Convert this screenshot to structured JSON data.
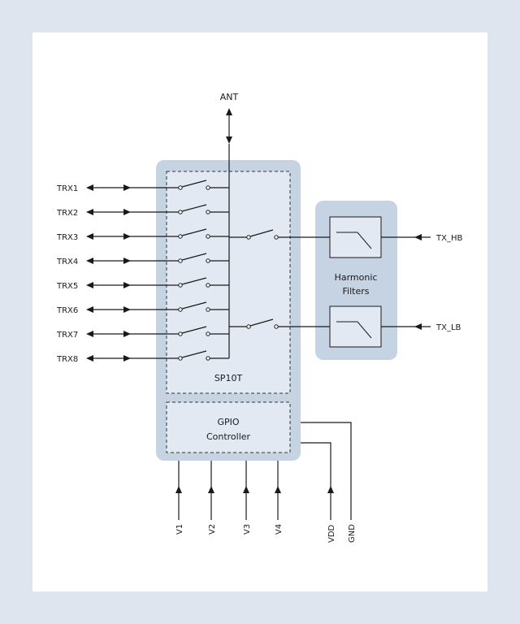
{
  "antenna": "ANT",
  "trx_ports": [
    "TRX1",
    "TRX2",
    "TRX3",
    "TRX4",
    "TRX5",
    "TRX6",
    "TRX7",
    "TRX8"
  ],
  "tx_ports": [
    "TX_HB",
    "TX_LB"
  ],
  "switch_block": "SP10T",
  "filter_block": [
    "Harmonic",
    "Filters"
  ],
  "gpio_block": [
    "GPIO",
    "Controller"
  ],
  "control_pins": [
    "V1",
    "V2",
    "V3",
    "V4"
  ],
  "power_pins": [
    "VDD",
    "GND"
  ],
  "colors": {
    "background": "#dee5ef",
    "card": "#ffffff",
    "block": "#c5d3e3",
    "inner": "#e3e9f2",
    "line": "#1a1a1a"
  }
}
